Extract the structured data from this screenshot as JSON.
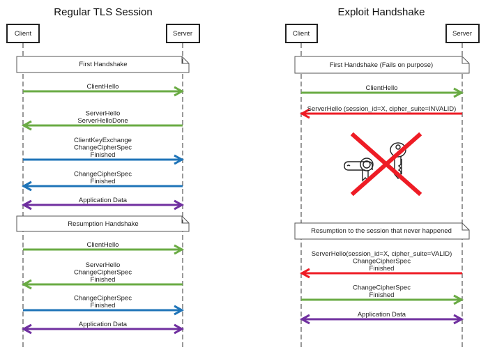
{
  "colors": {
    "green": "#6aab44",
    "blue": "#1f74b8",
    "purple": "#7030a0",
    "red": "#ee1c25"
  },
  "left": {
    "title": "Regular TLS Session",
    "client": "Client",
    "server": "Server",
    "notes": [
      "First Handshake",
      "Resumption Handshake"
    ],
    "messages": [
      {
        "lines": [
          "ClientHello"
        ],
        "dir": "right",
        "color": "green"
      },
      {
        "lines": [
          "ServerHello",
          "ServerHelloDone"
        ],
        "dir": "left",
        "color": "green"
      },
      {
        "lines": [
          "ClientKeyExchange",
          "ChangeCipherSpec",
          "Finished"
        ],
        "dir": "right",
        "color": "blue"
      },
      {
        "lines": [
          "ChangeCipherSpec",
          "Finished"
        ],
        "dir": "left",
        "color": "blue"
      },
      {
        "lines": [
          "Application Data"
        ],
        "dir": "both",
        "color": "purple"
      },
      {
        "lines": [
          "ClientHello"
        ],
        "dir": "right",
        "color": "green"
      },
      {
        "lines": [
          "ServerHello",
          "ChangeCipherSpec",
          "Finished"
        ],
        "dir": "left",
        "color": "green"
      },
      {
        "lines": [
          "ChangeCipherSpec",
          "Finished"
        ],
        "dir": "right",
        "color": "blue"
      },
      {
        "lines": [
          "Application Data"
        ],
        "dir": "both",
        "color": "purple"
      }
    ]
  },
  "right": {
    "title": "Exploit Handshake",
    "client": "Client",
    "server": "Server",
    "notes": [
      "First Handshake (Fails on purpose)",
      "Resumption to the session that never happened"
    ],
    "messages": [
      {
        "lines": [
          "ClientHello"
        ],
        "dir": "right",
        "color": "green"
      },
      {
        "lines": [
          "ServerHello (session_id=X, cipher_suite=INVALID)"
        ],
        "dir": "left",
        "color": "red"
      },
      {
        "lines": [
          "ServerHello(session_id=X, cipher_suite=VALID)",
          "ChangeCipherSpec",
          "Finished"
        ],
        "dir": "left",
        "color": "red"
      },
      {
        "lines": [
          "ChangeCipherSpec",
          "Finished"
        ],
        "dir": "right",
        "color": "green"
      },
      {
        "lines": [
          "Application Data"
        ],
        "dir": "both",
        "color": "purple"
      }
    ],
    "icon": "crossed-out-certificate-and-key-icon"
  }
}
